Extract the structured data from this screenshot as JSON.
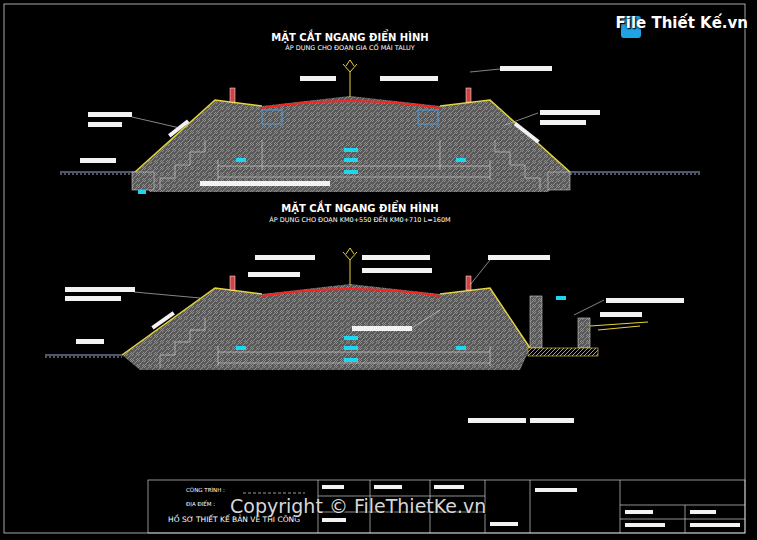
{
  "diagram": {
    "labels": [
      "MẶT CẮT NGANG ĐIỂN HÌNH",
      "ÁP DỤNG CHO ĐOẠN GIA CỐ MÁI TALUY",
      "MẶT CẮT NGANG ĐIỂN HÌNH",
      "ÁP DỤNG CHO ĐOẠN KM0+550 ĐẾN KM0+710 L=160M",
      "CÔNG TRÌNH :",
      "ĐỊA ĐIỂM :",
      "HỒ SƠ THIẾT KẾ BẢN VẼ THI CÔNG",
      "Copyright © FileThietKe.vn",
      "File Thiết Kế.vn"
    ]
  }
}
